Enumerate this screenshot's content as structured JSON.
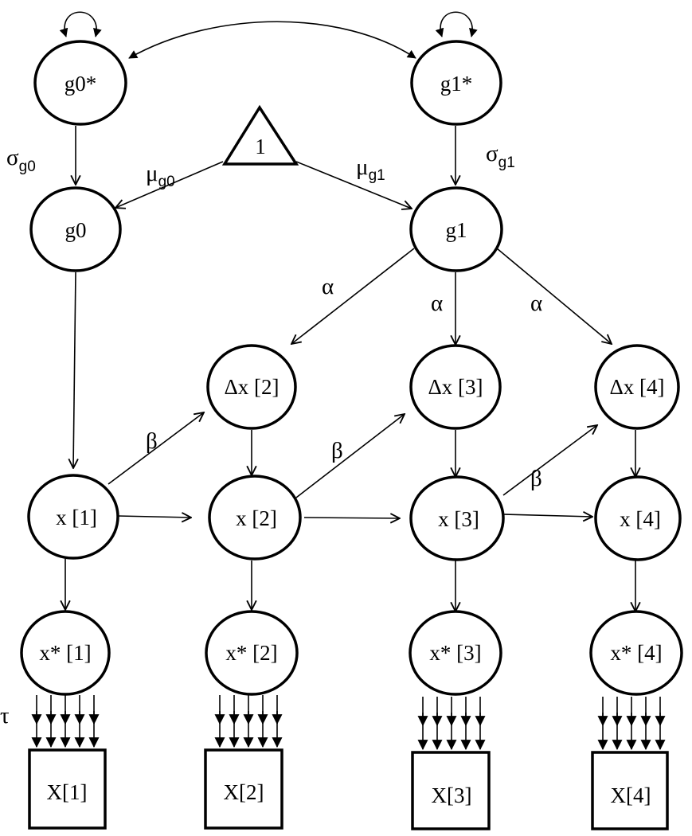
{
  "nodes": {
    "g0_star": "g0*",
    "g1_star": "g1*",
    "constant": "1",
    "g0": "g0",
    "g1": "g1",
    "dx2": "Δx [2]",
    "dx3": "Δx [3]",
    "dx4": "Δx [4]",
    "x1": "x [1]",
    "x2": "x [2]",
    "x3": "x [3]",
    "x4": "x [4]",
    "xs1": "x* [1]",
    "xs2": "x* [2]",
    "xs3": "x* [3]",
    "xs4": "x* [4]",
    "X1": "X[1]",
    "X2": "X[2]",
    "X3": "X[3]",
    "X4": "X[4]"
  },
  "labels": {
    "sigma_g0": {
      "sym": "σ",
      "sub": "g0"
    },
    "sigma_g1": {
      "sym": "σ",
      "sub": "g1"
    },
    "mu_g0": {
      "sym": "μ",
      "sub": "g0"
    },
    "mu_g1": {
      "sym": "μ",
      "sub": "g1"
    },
    "alpha": "α",
    "beta": "β",
    "tau": "τ"
  }
}
